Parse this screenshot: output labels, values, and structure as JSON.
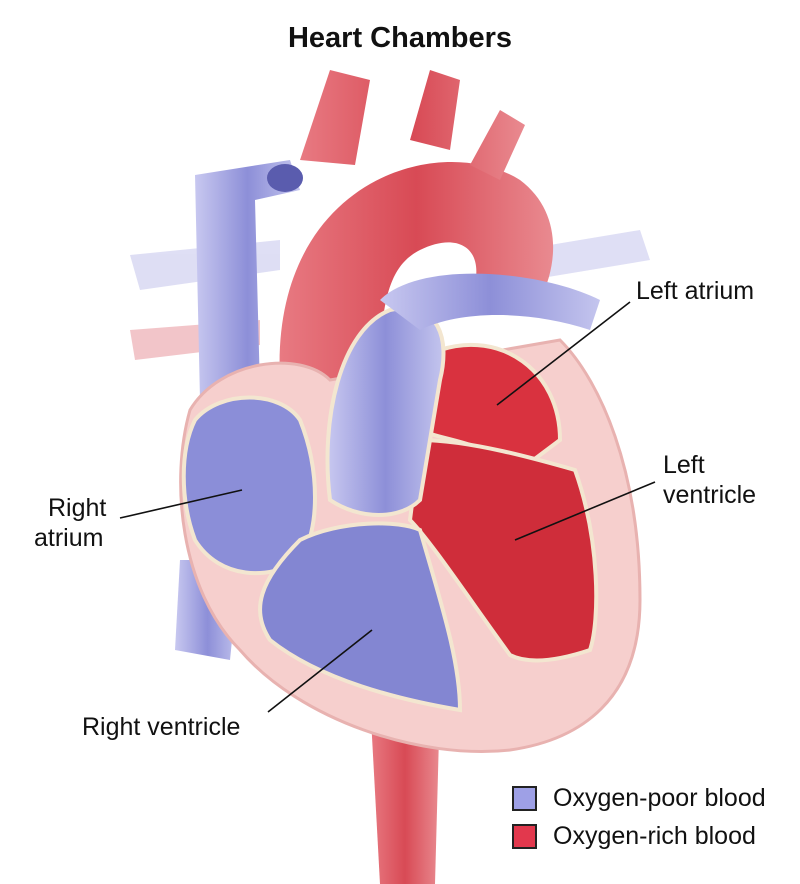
{
  "title": "Heart Chambers",
  "labels": {
    "left_atrium": "Left atrium",
    "left_ventricle_1": "Left",
    "left_ventricle_2": "ventricle",
    "right_atrium_1": "Right",
    "right_atrium_2": "atrium",
    "right_ventricle": "Right ventricle"
  },
  "legend": [
    {
      "label": "Oxygen-poor blood",
      "color": "#9ea0e6"
    },
    {
      "label": "Oxygen-rich blood",
      "color": "#e2384d"
    }
  ]
}
